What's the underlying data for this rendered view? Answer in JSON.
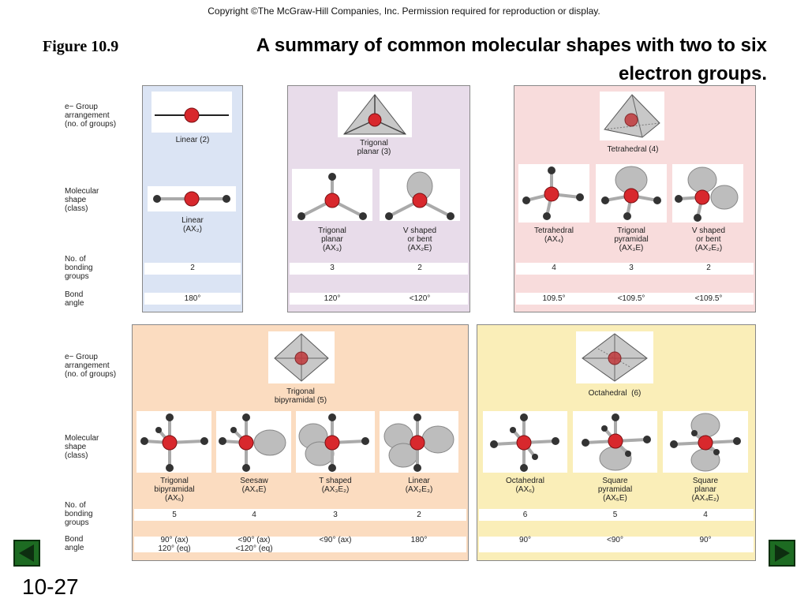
{
  "copyright": "Copyright ©The McGraw-Hill Companies, Inc.  Permission required for reproduction or display.",
  "figure_label": "Figure 10.9",
  "title_line1": "A summary of common molecular shapes with two to six",
  "title_line2": "electron groups.",
  "row_labels": {
    "group_arrangement": "e− Group\narrangement\n(no. of groups)",
    "molecular_shape": "Molecular\nshape\n(class)",
    "bonding_groups": "No. of\nbonding\ngroups",
    "bond_angle": "Bond\nangle"
  },
  "panels": {
    "linear": {
      "color": "#dbe4f4",
      "arrangement": "Linear (2)",
      "shapes": [
        {
          "label": "Linear\n(AX₂)",
          "bonding": "2",
          "angle": "180°"
        }
      ]
    },
    "trigonal": {
      "color": "#e8dcea",
      "arrangement": "Trigonal\nplanar (3)",
      "shapes": [
        {
          "label": "Trigonal\nplanar\n(AX₃)",
          "bonding": "3",
          "angle": "120°"
        },
        {
          "label": "V shaped\nor bent\n(AX₂E)",
          "bonding": "2",
          "angle": "<120°"
        }
      ]
    },
    "tetrahedral": {
      "color": "#f8dcdc",
      "arrangement": "Tetrahedral (4)",
      "shapes": [
        {
          "label": "Tetrahedral\n(AX₄)",
          "bonding": "4",
          "angle": "109.5°"
        },
        {
          "label": "Trigonal\npyramidal\n(AX₃E)",
          "bonding": "3",
          "angle": "<109.5°"
        },
        {
          "label": "V shaped\nor bent\n(AX₂E₂)",
          "bonding": "2",
          "angle": "<109.5°"
        }
      ]
    },
    "tbp": {
      "color": "#fbdcc0",
      "arrangement": "Trigonal\nbipyramidal (5)",
      "shapes": [
        {
          "label": "Trigonal\nbipyramidal\n(AX₅)",
          "bonding": "5",
          "angle": "90° (ax)\n120° (eq)"
        },
        {
          "label": "Seesaw\n(AX₄E)",
          "bonding": "4",
          "angle": "<90° (ax)\n<120° (eq)"
        },
        {
          "label": "T shaped\n(AX₃E₂)",
          "bonding": "3",
          "angle": "<90° (ax)"
        },
        {
          "label": "Linear\n(AX₂E₃)",
          "bonding": "2",
          "angle": "180°"
        }
      ]
    },
    "octahedral": {
      "color": "#faeeb8",
      "arrangement": "Octahedral  (6)",
      "shapes": [
        {
          "label": "Octahedral\n(AX₆)",
          "bonding": "6",
          "angle": "90°"
        },
        {
          "label": "Square\npyramidal\n(AX₅E)",
          "bonding": "5",
          "angle": "<90°"
        },
        {
          "label": "Square\nplanar\n(AX₄E₂)",
          "bonding": "4",
          "angle": "90°"
        }
      ]
    }
  },
  "slide_number": "10-27",
  "nav_color": "#1d6b22"
}
